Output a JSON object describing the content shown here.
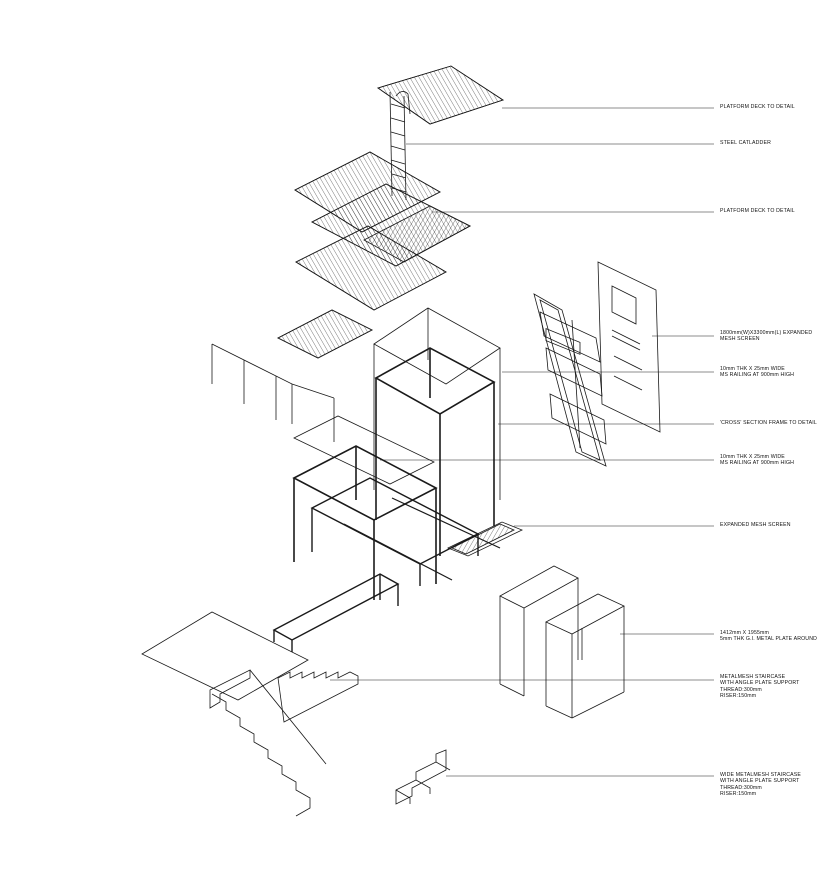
{
  "annotations": [
    {
      "id": "platform-deck-top",
      "lines": [
        "PLATFORM DECK TO DETAIL"
      ]
    },
    {
      "id": "steel-catladder",
      "lines": [
        "STEEL CATLADDER"
      ]
    },
    {
      "id": "platform-deck-mid",
      "lines": [
        "PLATFORM DECK TO DETAIL"
      ]
    },
    {
      "id": "expanded-mesh-screen-size",
      "lines": [
        "1800mm(W)X3300mm(L) EXPANDED",
        "MESH SCREEN"
      ]
    },
    {
      "id": "ms-railing-1",
      "lines": [
        "10mm THK X 25mm WIDE",
        "MS RAILING AT 900mm HIGH"
      ]
    },
    {
      "id": "cross-section-frame",
      "lines": [
        "'CROSS' SECTION FRAME TO DETAIL"
      ]
    },
    {
      "id": "ms-railing-2",
      "lines": [
        "10mm THK X 25mm WIDE",
        "MS RAILING AT 900mm HIGH"
      ]
    },
    {
      "id": "expanded-mesh-screen",
      "lines": [
        "EXPANDED MESH SCREEN"
      ]
    },
    {
      "id": "metal-plate",
      "lines": [
        "1412mm X 1955mm",
        "5mm THK G.I. METAL PLATE AROUND"
      ]
    },
    {
      "id": "metalmesh-staircase",
      "lines": [
        "METALMESH STAIRCASE",
        "WITH ANGLE PLATE SUPPORT",
        "THREAD:300mm",
        "RISER:150mm"
      ]
    },
    {
      "id": "wide-metalmesh-staircase",
      "lines": [
        "WIDE METALMESH STAIRCASE",
        "WITH ANGLE PLATE SUPPORT",
        "THREAD:300mm",
        "RISER:150mm"
      ]
    }
  ]
}
